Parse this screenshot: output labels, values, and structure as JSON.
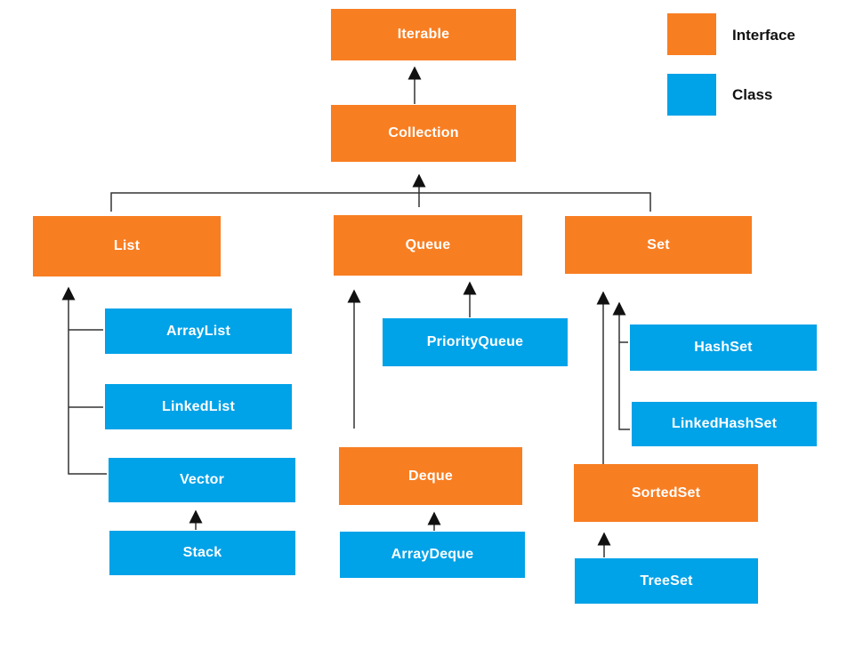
{
  "diagram": {
    "colors": {
      "interface_fill": "#F87E22",
      "class_fill": "#00A2E8",
      "line": "#333333",
      "arrowhead": "#111111",
      "node_text": "#FFFFFF",
      "legend_text": "#111111",
      "background": "#FFFFFF"
    },
    "nodes": [
      {
        "id": "iterable",
        "label": "Iterable",
        "type": "interface"
      },
      {
        "id": "collection",
        "label": "Collection",
        "type": "interface"
      },
      {
        "id": "list",
        "label": "List",
        "type": "interface"
      },
      {
        "id": "queue",
        "label": "Queue",
        "type": "interface"
      },
      {
        "id": "set",
        "label": "Set",
        "type": "interface"
      },
      {
        "id": "arraylist",
        "label": "ArrayList",
        "type": "class"
      },
      {
        "id": "linkedlist",
        "label": "LinkedList",
        "type": "class"
      },
      {
        "id": "vector",
        "label": "Vector",
        "type": "class"
      },
      {
        "id": "stack",
        "label": "Stack",
        "type": "class"
      },
      {
        "id": "priorityqueue",
        "label": "PriorityQueue",
        "type": "class"
      },
      {
        "id": "deque",
        "label": "Deque",
        "type": "interface"
      },
      {
        "id": "arraydeque",
        "label": "ArrayDeque",
        "type": "class"
      },
      {
        "id": "hashset",
        "label": "HashSet",
        "type": "class"
      },
      {
        "id": "linkedhashset",
        "label": "LinkedHashSet",
        "type": "class"
      },
      {
        "id": "sortedset",
        "label": "SortedSet",
        "type": "interface"
      },
      {
        "id": "treeset",
        "label": "TreeSet",
        "type": "class"
      }
    ],
    "edges": [
      {
        "from": "collection",
        "to": "iterable"
      },
      {
        "from": "list",
        "to": "collection"
      },
      {
        "from": "queue",
        "to": "collection"
      },
      {
        "from": "set",
        "to": "collection"
      },
      {
        "from": "arraylist",
        "to": "list"
      },
      {
        "from": "linkedlist",
        "to": "list"
      },
      {
        "from": "vector",
        "to": "list"
      },
      {
        "from": "stack",
        "to": "vector"
      },
      {
        "from": "priorityqueue",
        "to": "queue"
      },
      {
        "from": "deque",
        "to": "queue"
      },
      {
        "from": "arraydeque",
        "to": "deque"
      },
      {
        "from": "hashset",
        "to": "set"
      },
      {
        "from": "linkedhashset",
        "to": "set"
      },
      {
        "from": "sortedset",
        "to": "set"
      },
      {
        "from": "treeset",
        "to": "sortedset"
      }
    ],
    "legend": [
      {
        "label": "Interface",
        "color": "#F87E22"
      },
      {
        "label": "Class",
        "color": "#00A2E8"
      }
    ]
  }
}
